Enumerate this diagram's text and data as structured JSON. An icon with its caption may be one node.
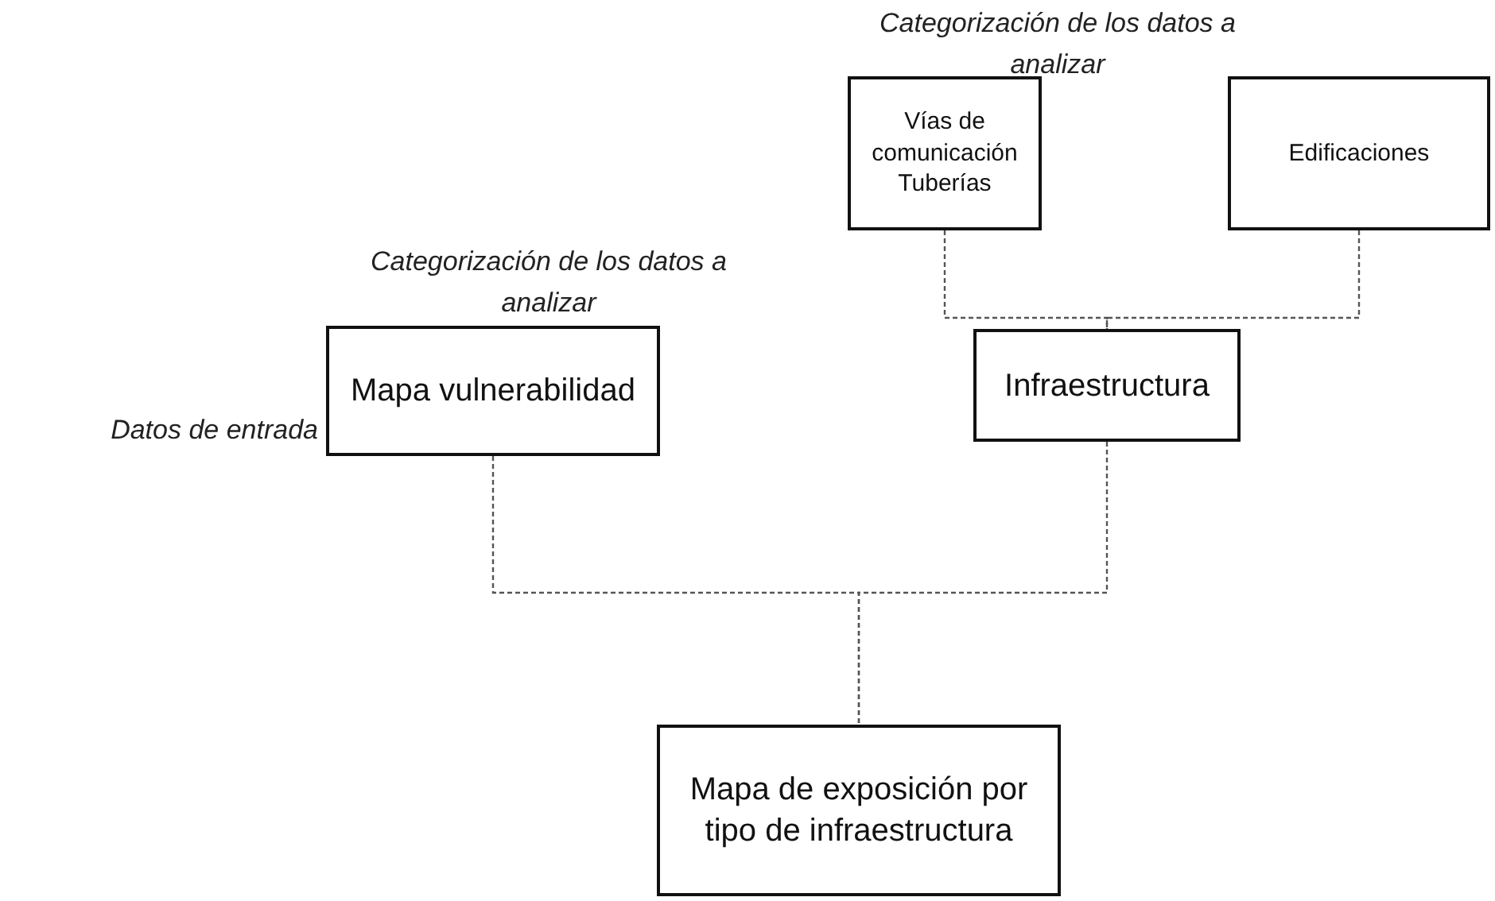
{
  "diagram": {
    "nodes": [
      {
        "text": [
          "Mapa vulnerabilidad"
        ]
      },
      {
        "text": [
          "Vías de comunicación Tuberías"
        ]
      },
      {
        "text": [
          "Edificaciones"
        ]
      },
      {
        "text": [
          "Infraestructura"
        ]
      },
      {
        "text": [
          "Mapa de exposición por tipo de infraestructura"
        ]
      }
    ],
    "edges": [
      {
        "from": 1,
        "to": 3,
        "arrow": "none",
        "style": "dashed"
      },
      {
        "from": 2,
        "to": 3,
        "arrow": "none",
        "style": "dashed"
      },
      {
        "from": 0,
        "to": 4,
        "arrow": "none",
        "style": "dashed"
      },
      {
        "from": 3,
        "to": 4,
        "arrow": "none",
        "style": "dashed"
      }
    ],
    "labels": [
      "Categorización de los datos a analizar",
      "Categorización de los datos a analizar",
      "Datos de entrada"
    ]
  }
}
